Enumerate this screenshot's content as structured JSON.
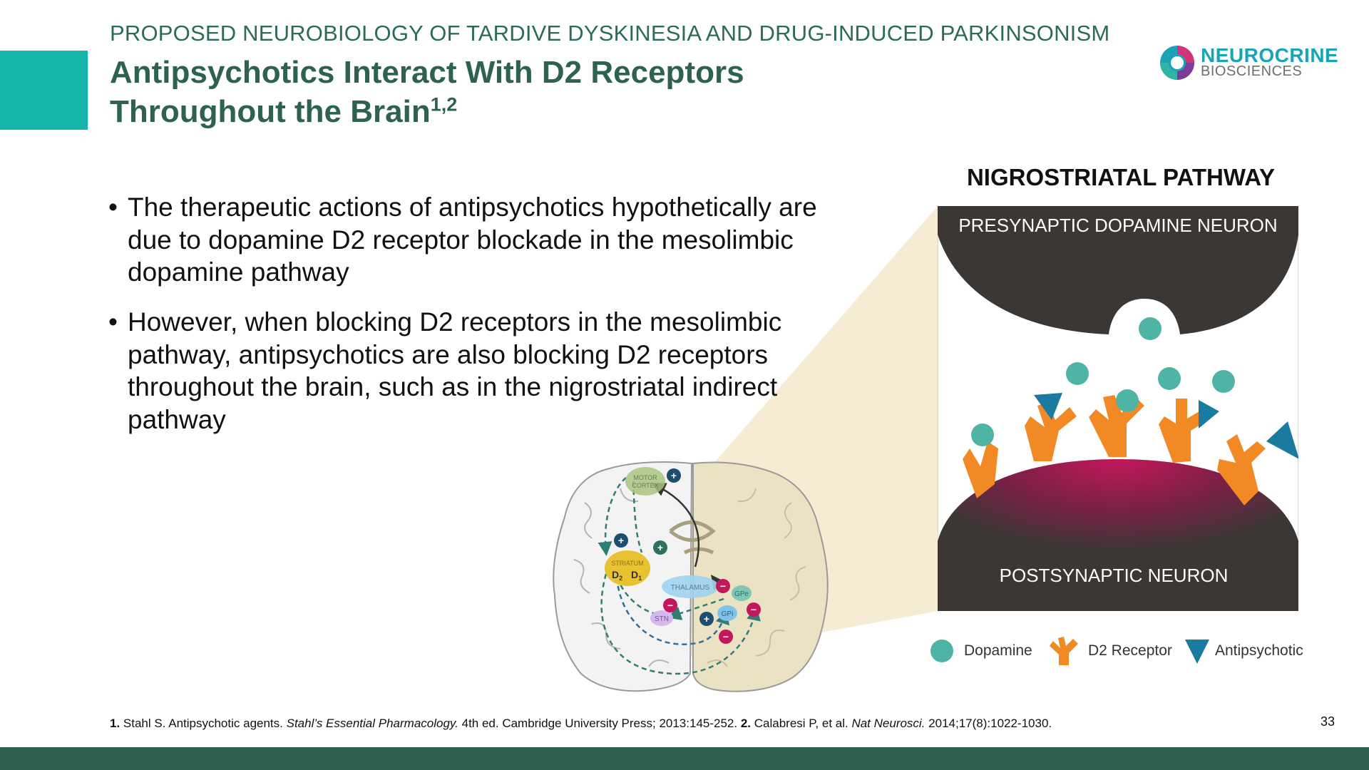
{
  "header": {
    "eyebrow": "PROPOSED NEUROBIOLOGY OF TARDIVE DYSKINESIA AND DRUG-INDUCED PARKINSONISM",
    "title_line1": "Antipsychotics Interact With D2 Receptors",
    "title_line2": "Throughout the Brain",
    "title_sup": "1,2"
  },
  "logo": {
    "name": "NEUROCRINE",
    "sub": "BIOSCIENCES"
  },
  "bullets": [
    {
      "marker": "•",
      "text": "The therapeutic actions of antipsychotics hypothetically are due to dopamine D2 receptor blockade in the mesolimbic dopamine pathway"
    },
    {
      "marker": "•",
      "text": "However, when blocking D2 receptors in the mesolimbic pathway, antipsychotics are also blocking D2 receptors throughout the brain, such as in the nigrostriatal indirect pathway"
    }
  ],
  "brain": {
    "motor_cortex": "MOTOR CORTEX",
    "motor_cortex_l1": "MOTOR",
    "motor_cortex_l2": "CORTEX",
    "striatum": "STRIATUM",
    "d2": "D",
    "d2_sub": "2",
    "d1": "D",
    "d1_sub": "1",
    "thalamus": "THALAMUS",
    "stn": "STN",
    "gpe": "GPe",
    "gpi": "GPi",
    "plus": "+",
    "minus": "−"
  },
  "synapse": {
    "panel_title": "NIGROSTRIATAL PATHWAY",
    "presynaptic": "PRESYNAPTIC DOPAMINE NEURON",
    "postsynaptic": "POSTSYNAPTIC NEURON"
  },
  "legend": {
    "dopamine": "Dopamine",
    "d2_receptor": "D2 Receptor",
    "antipsychotic": "Antipsychotic"
  },
  "colors": {
    "teal_accent": "#14b5a8",
    "title_green": "#2d6150",
    "dopamine": "#4fb3a5",
    "receptor": "#f18a25",
    "antipsychotic": "#1b7aa0",
    "neuron": "#3b3735",
    "postsynaptic_glow": "#c2185b"
  },
  "footnote": {
    "ref1_num": "1.",
    "ref1_text": " Stahl S. Antipsychotic agents. ",
    "ref1_journal": "Stahl’s Essential Pharmacology.",
    "ref1_rest": " 4th ed. Cambridge University Press; 2013:145-252. ",
    "ref2_num": "2.",
    "ref2_text": " Calabresi P, et al. ",
    "ref2_journal": "Nat Neurosci.",
    "ref2_rest": " 2014;17(8):1022-1030."
  },
  "page_number": "33"
}
